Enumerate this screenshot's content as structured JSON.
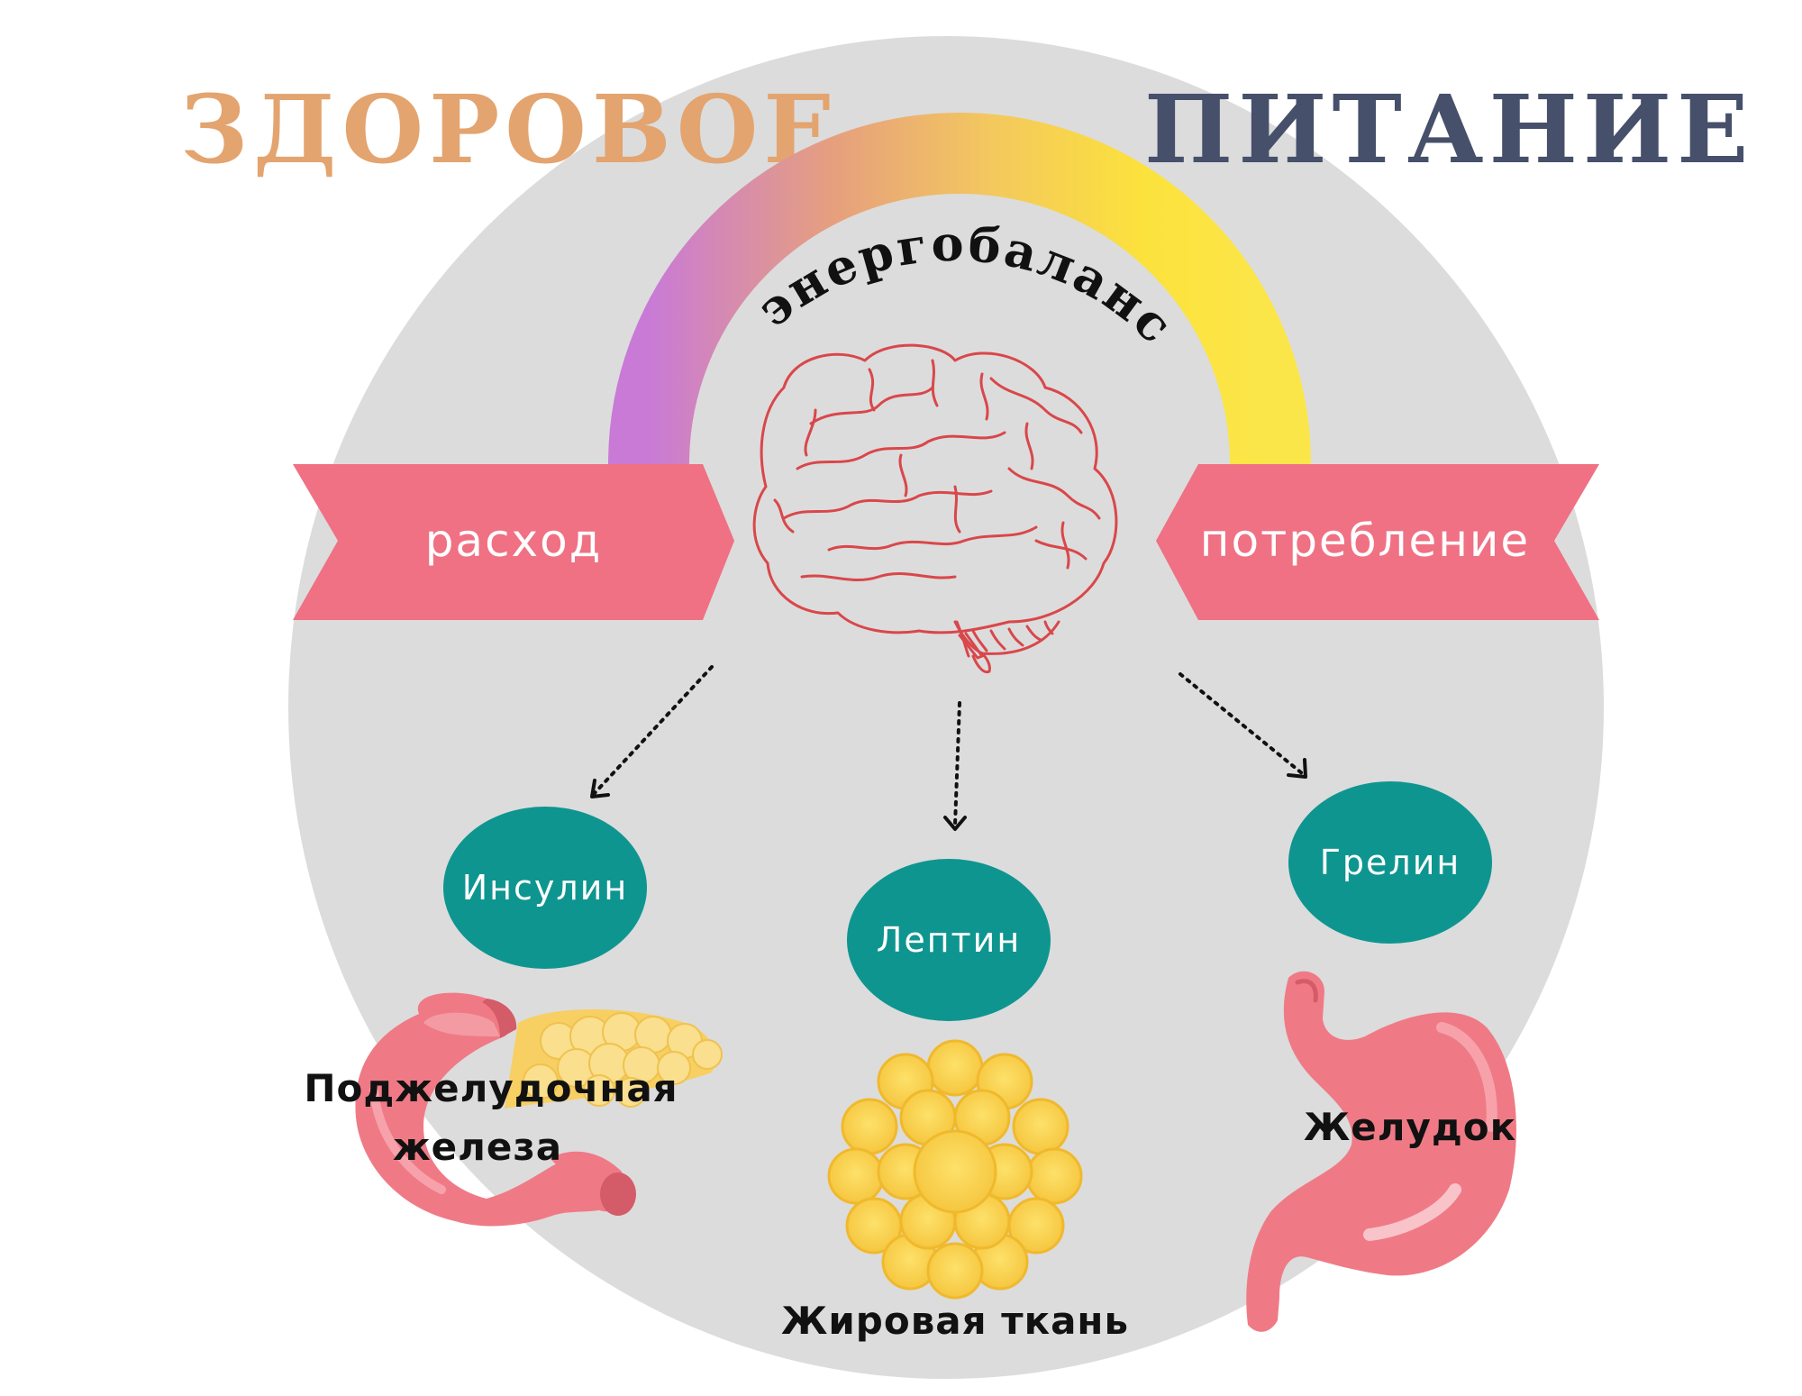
{
  "title": {
    "left": "ЗДОРОВОЕ",
    "right": "ПИТАНИЕ",
    "left_color": "#e3a46f",
    "right_color": "#46506a"
  },
  "arc_label": "энергобаланс",
  "ribbons": {
    "left": "расход",
    "right": "потребление",
    "color": "#ef7183"
  },
  "hormones": [
    {
      "label": "Инсулин"
    },
    {
      "label": "Лептин"
    },
    {
      "label": "Грелин"
    }
  ],
  "hormone_color": "#0f9590",
  "organs": [
    {
      "label_line1": "Поджелудочная",
      "label_line2": "железа"
    },
    {
      "label": "Жировая  ткань"
    },
    {
      "label": "Желудок"
    }
  ],
  "colors": {
    "background_circle": "#dcdcdc",
    "arc_gradient": [
      "#c97ad6",
      "#e6a07d",
      "#f3c85e",
      "#fce23c",
      "#fbe64a"
    ],
    "brain_stroke": "#d9474a"
  },
  "icons": [
    "brain-icon",
    "pancreas-icon",
    "fat-tissue-icon",
    "stomach-icon",
    "dotted-arrow-icon"
  ]
}
